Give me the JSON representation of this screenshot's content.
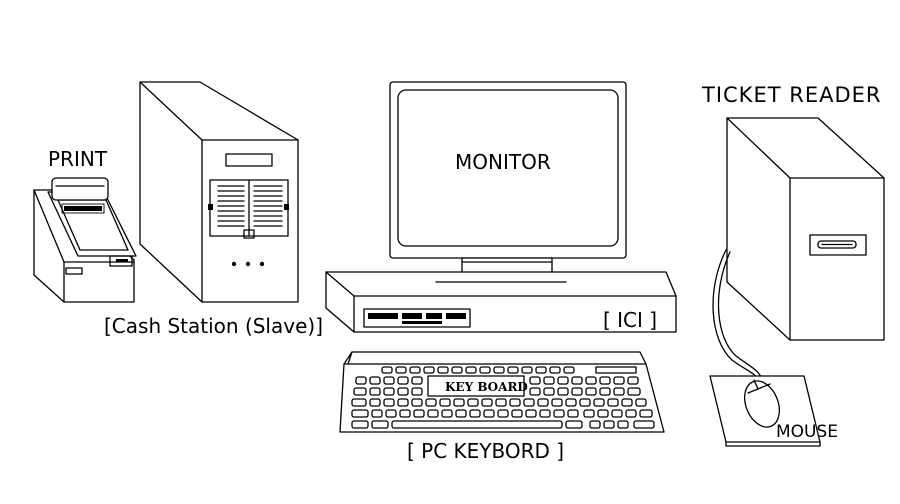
{
  "labels": {
    "print": "PRINT",
    "cash_station": "[Cash Station (Slave)]",
    "monitor": "MONITOR",
    "ici": "[ ICI ]",
    "keyboard_key": "KEY BOARD",
    "pc_keyboard": "[ PC KEYBORD ]",
    "ticket_reader": "TICKET READER",
    "mouse": "MOUSE"
  },
  "icons": {
    "printer": "receipt-printer-icon",
    "tower": "pc-tower-icon",
    "monitor": "crt-monitor-icon",
    "desktop_unit": "desktop-base-unit-icon",
    "keyboard": "keyboard-icon",
    "ticket_reader": "ticket-reader-box-icon",
    "mouse": "mouse-icon"
  }
}
